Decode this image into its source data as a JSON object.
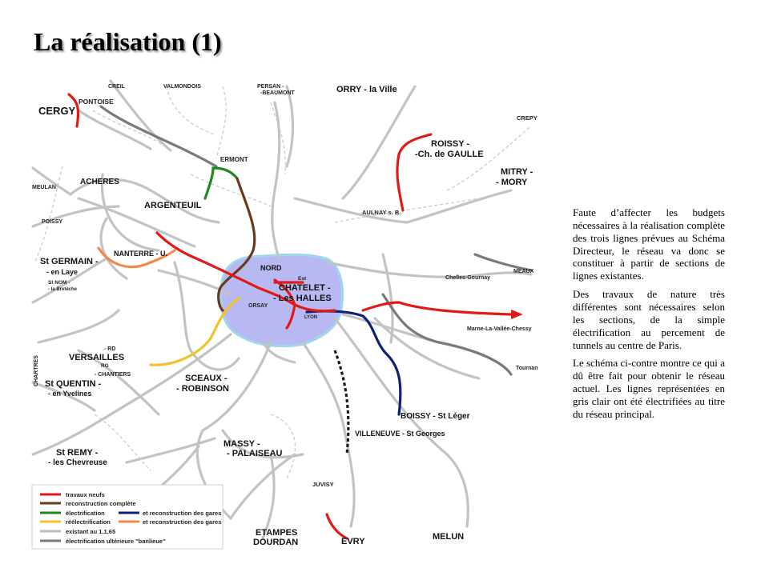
{
  "title": "La réalisation (1)",
  "paragraphs": [
    "Faute d’affecter les budgets nécessaires à la réalisation complète des trois lignes prévues au Schéma Directeur, le réseau va donc se constituer à partir de sections de lignes existantes.",
    "Des travaux de nature très différentes sont nécessaires selon les sections, de la simple électrification au percement de tunnels au centre de Paris.",
    "Le schéma ci-contre montre ce qui a dû être fait pour obtenir le réseau actuel. Les lignes représentées en gris clair ont été électrifiées au titre du réseau principal."
  ],
  "map": {
    "places": {
      "cergy": "CERGY",
      "pontoise": "PONTOISE",
      "creil": "CREIL",
      "valmondois": "VALMONDOIS",
      "persan_1": "PERSAN -",
      "persan_2": "-BEAUMONT",
      "orry": "ORRY - la Ville",
      "crepy": "CREPY",
      "roissy_1": "ROISSY -",
      "roissy_2": "-Ch. de GAULLE",
      "mitry_1": "MITRY -",
      "mitry_2": "- MORY",
      "ermont": "ERMONT",
      "acheres": "ACHERES",
      "meulan": "MEULAN",
      "poissy": "POISSY",
      "argenteuil": "ARGENTEUIL",
      "aulnay": "AULNAY s. B.",
      "nanterre": "NANTERRE - U.",
      "stgermain_1": "St GERMAIN -",
      "stgermain_2": "- en Laye",
      "stnom_1": "St NOM -",
      "stnom_2": "- la Bretèche",
      "nord": "NORD",
      "est": "Est",
      "chatelet_1": "CHATELET -",
      "chatelet_2": "- Les HALLES",
      "orsay": "ORSAY",
      "lyon": "LYON",
      "chelles": "Chelles-Gournay",
      "meaux": "MEAUX",
      "marne": "Marne-La-Vallée-Chessy",
      "rd": "- RD",
      "versailles": "VERSAILLES",
      "rg": "RG",
      "chantiers": "- CHANTIERS",
      "chartres": "CHARTRES",
      "stquentin_1": "St QUENTIN -",
      "stquentin_2": "- en Yvelines",
      "sceaux_1": "SCEAUX -",
      "sceaux_2": "- ROBINSON",
      "tournan": "Tournan",
      "boissy": "BOISSY - St Léger",
      "villeneuve": "VILLENEUVE - St Georges",
      "massy_1": "MASSY -",
      "massy_2": "- PALAISEAU",
      "stremy_1": "St REMY -",
      "stremy_2": "- les Chevreuse",
      "juvisy": "JUVISY",
      "etampes": "ETAMPES",
      "dourdan": "DOURDAN",
      "evry": "EVRY",
      "melun": "MELUN"
    },
    "legend": [
      {
        "key": "neufs",
        "label": "travaux neufs",
        "color": "#e31818"
      },
      {
        "key": "recon",
        "label": "reconstruction  complète",
        "color": "#6b3a1e"
      },
      {
        "key": "elec",
        "label": "électrification",
        "color": "#1c8a1c"
      },
      {
        "key": "elec_gares",
        "label": "et reconstruction des gares",
        "color": "#10207a"
      },
      {
        "key": "reelec",
        "label": "réélectrification",
        "color": "#f2c230"
      },
      {
        "key": "reelec_gares",
        "label": "et reconstruction des gares",
        "color": "#ef8a4a"
      },
      {
        "key": "existant",
        "label": "existant au 1.1.65",
        "color": "#bdbdbd"
      },
      {
        "key": "banlieue",
        "label": "électrification  ultérieure \"banlieue\"",
        "color": "#7a7a7a"
      }
    ],
    "colors": {
      "paris_fill": "#b8b8f2",
      "paris_stroke": "#9fd8ee",
      "grey_line": "#c3c3c3",
      "dark_grey_line": "#7a7a7a",
      "dashed_line": "#cfcfcf"
    }
  }
}
